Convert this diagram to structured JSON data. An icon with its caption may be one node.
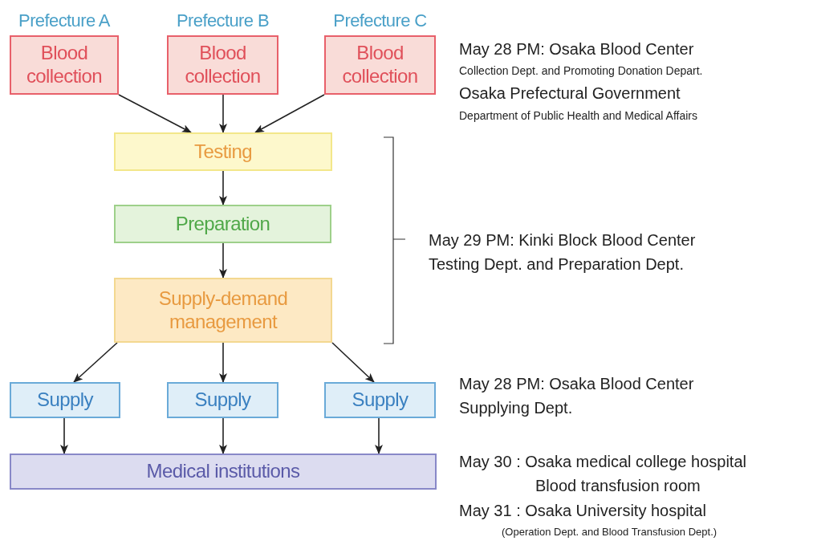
{
  "diagram": {
    "nodes": [
      {
        "text": [
          "Prefecture A",
          "Blood collection"
        ]
      },
      {
        "text": [
          "Prefecture B",
          "Blood collection"
        ]
      },
      {
        "text": [
          "Prefecture C",
          "Blood collection"
        ]
      },
      {
        "text": [
          "Testing"
        ]
      },
      {
        "text": [
          "Preparation"
        ]
      },
      {
        "text": [
          "Supply-demand management"
        ]
      },
      {
        "text": [
          "Supply"
        ]
      },
      {
        "text": [
          "Supply"
        ]
      },
      {
        "text": [
          "Supply"
        ]
      },
      {
        "text": [
          "Medical institutions"
        ]
      }
    ],
    "edges": [
      {
        "from": 0,
        "to": 3,
        "arrow": "to"
      },
      {
        "from": 1,
        "to": 3,
        "arrow": "to"
      },
      {
        "from": 2,
        "to": 3,
        "arrow": "to"
      },
      {
        "from": 3,
        "to": 4,
        "arrow": "to"
      },
      {
        "from": 4,
        "to": 5,
        "arrow": "to"
      },
      {
        "from": 5,
        "to": 6,
        "arrow": "to"
      },
      {
        "from": 5,
        "to": 7,
        "arrow": "to"
      },
      {
        "from": 5,
        "to": 8,
        "arrow": "to"
      },
      {
        "from": 6,
        "to": 9,
        "arrow": "to"
      },
      {
        "from": 7,
        "to": 9,
        "arrow": "to"
      },
      {
        "from": 8,
        "to": 9,
        "arrow": "to"
      }
    ],
    "labels": [
      "May 28 PM: Osaka Blood Center",
      "Collection Dept. and Promoting Donation Depart.",
      "Osaka Prefectural Government",
      "Department of Public Health and Medical Affairs",
      "May 29 PM: Kinki Block Blood Center",
      "Testing Dept. and Preparation Dept.",
      "May 28 PM: Osaka Blood Center",
      "Supplying Dept.",
      "May 30 : Osaka medical college hospital",
      "Blood transfusion room",
      "May 31 : Osaka University hospital",
      "(Operation Dept. and Blood Transfusion Dept.)"
    ]
  }
}
